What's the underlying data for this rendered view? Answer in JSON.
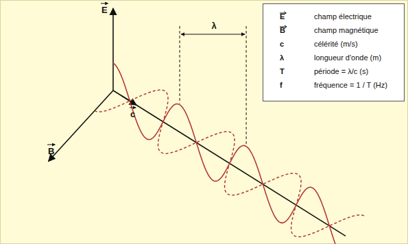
{
  "diagram": {
    "nodes": [
      {
        "text": [
          "E",
          "champ électrique",
          "B",
          "champ magnétique",
          "c",
          "célérité (m/s)",
          "λ",
          "longueur d'onde (m)",
          "T",
          "période = λ/c (s)",
          "f",
          "fréquence = 1 / T (Hz)"
        ]
      }
    ],
    "labels": [
      "E",
      "B",
      "c",
      "λ"
    ]
  }
}
